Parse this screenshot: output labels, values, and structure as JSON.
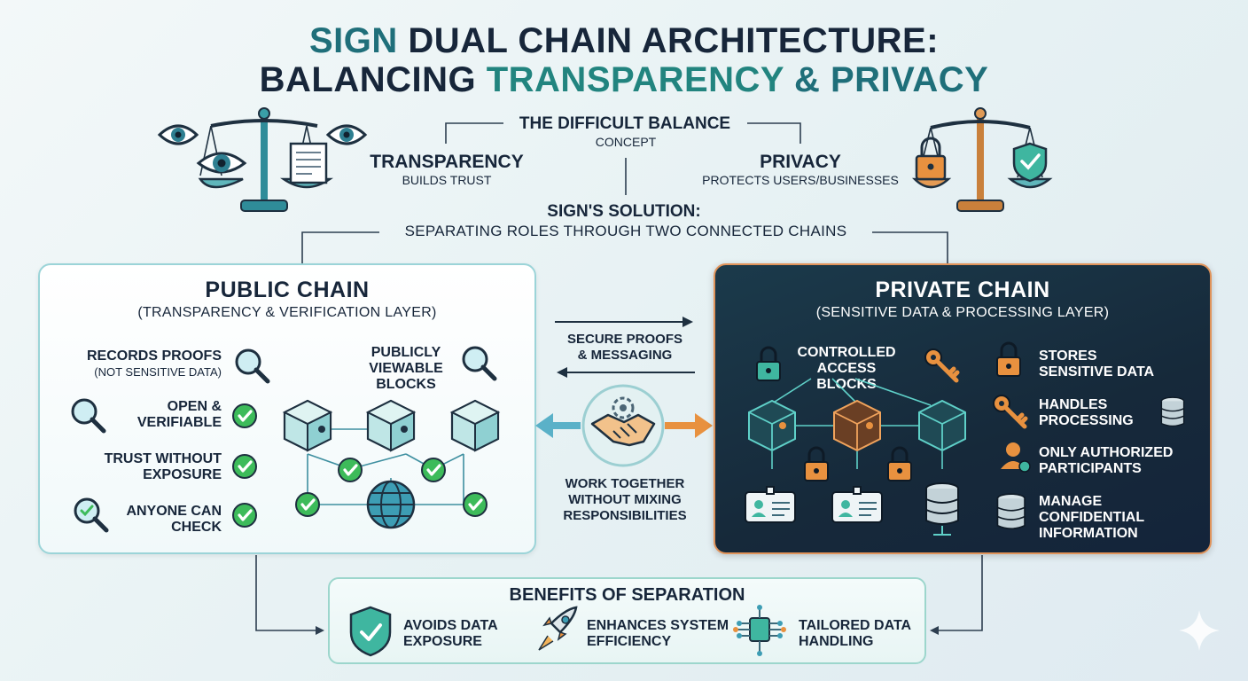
{
  "title": {
    "line1_a": "SIGN",
    "line1_b": " DUAL CHAIN ARCHITECTURE:",
    "line2_a": "BALANCING ",
    "line2_b": "TRANSPARENCY",
    "line2_c": " & PRIVACY"
  },
  "concept": {
    "heading": "THE DIFFICULT BALANCE",
    "label": "CONCEPT",
    "transparency_title": "TRANSPARENCY",
    "transparency_sub": "BUILDS TRUST",
    "privacy_title": "PRIVACY",
    "privacy_sub": "PROTECTS USERS/BUSINESSES"
  },
  "solution": {
    "heading": "SIGN'S SOLUTION:",
    "sub": "SEPARATING ROLES THROUGH TWO CONNECTED CHAINS"
  },
  "public_chain": {
    "title": "PUBLIC CHAIN",
    "subtitle": "(TRANSPARENCY & VERIFICATION LAYER)",
    "records_line1": "RECORDS PROOFS",
    "records_line2": "(NOT SENSITIVE DATA)",
    "open_line1": "OPEN &",
    "open_line2": "VERIFIABLE",
    "trust_line1": "TRUST WITHOUT",
    "trust_line2": "EXPOSURE",
    "anyone_line1": "ANYONE CAN",
    "anyone_line2": "CHECK",
    "blocks_line1": "PUBLICLY",
    "blocks_line2": "VIEWABLE",
    "blocks_line3": "BLOCKS"
  },
  "middle": {
    "secure_line1": "SECURE PROOFS",
    "secure_line2": "& MESSAGING",
    "work_line1": "WORK TOGETHER",
    "work_line2": "WITHOUT MIXING",
    "work_line3": "RESPONSIBILITIES"
  },
  "private_chain": {
    "title": "PRIVATE CHAIN",
    "subtitle": "(SENSITIVE DATA & PROCESSING LAYER)",
    "blocks_line1": "CONTROLLED",
    "blocks_line2": "ACCESS",
    "blocks_line3": "BLOCKS",
    "stores_line1": "STORES",
    "stores_line2": "SENSITIVE DATA",
    "handles_line1": "HANDLES",
    "handles_line2": "PROCESSING",
    "only_line1": "ONLY AUTHORIZED",
    "only_line2": "PARTICIPANTS",
    "manage_line1": "MANAGE",
    "manage_line2": "CONFIDENTIAL",
    "manage_line3": "INFORMATION"
  },
  "benefits": {
    "title": "BENEFITS OF SEPARATION",
    "b1_line1": "AVOIDS DATA",
    "b1_line2": "EXPOSURE",
    "b2_line1": "ENHANCES SYSTEM",
    "b2_line2": "EFFICIENCY",
    "b3_line1": "TAILORED DATA",
    "b3_line2": "HANDLING"
  },
  "icons": {
    "eye": "eye-icon",
    "scale": "balance-scale-icon",
    "lock": "lock-icon",
    "shield": "shield-check-icon",
    "magnifier": "magnifier-icon",
    "check": "check-circle-icon",
    "cube": "cube-icon",
    "globe": "globe-icon",
    "handshake": "handshake-icon",
    "key": "key-icon",
    "id_card": "id-card-icon",
    "database": "database-icon",
    "user": "user-lock-icon",
    "rocket": "rocket-icon",
    "chip": "chip-icon",
    "sparkle": "sparkle-icon"
  },
  "colors": {
    "teal": "#1f6f7a",
    "navy": "#17263a",
    "green_check": "#3dbb5a",
    "orange": "#e8913f",
    "private_bg": "#16293a"
  }
}
